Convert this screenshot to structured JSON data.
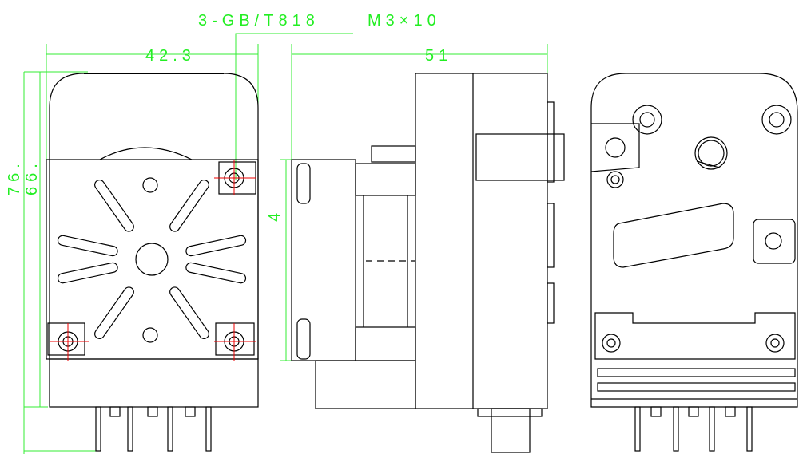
{
  "annotations": {
    "screw_spec": "3-GB/T818",
    "screw_size": "M3×10",
    "width_left": "42.3",
    "width_side": "51",
    "height_total": "76.",
    "height_body": "66.",
    "plate_offset": "4"
  },
  "colors": {
    "dimension": "#33ee33",
    "outline": "#000000",
    "centerline": "#ee0000"
  }
}
